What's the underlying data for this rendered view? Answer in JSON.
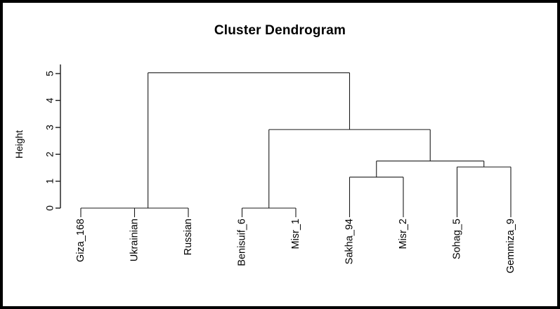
{
  "chart_data": {
    "type": "dendrogram",
    "title": "Cluster Dendrogram",
    "xlabel": "",
    "ylabel": "Height",
    "ylim": [
      0,
      5.2
    ],
    "yticks": [
      0,
      1,
      2,
      3,
      4,
      5
    ],
    "ytick_labels": [
      "0",
      "1",
      "2",
      "3",
      "4",
      "5"
    ],
    "grid": false,
    "legend": null,
    "leaf_order": [
      "Giza_168",
      "Ukrainian",
      "Russian",
      "Benisuif_6",
      "Misr_1",
      "Sakha_94",
      "Misr_2",
      "Sohag_5",
      "Gemmiza_9"
    ],
    "merges": [
      {
        "id": "m1",
        "left": "Giza_168",
        "right": "Ukrainian",
        "height": 0.0
      },
      {
        "id": "m2",
        "left": "m1",
        "right": "Russian",
        "height": 0.0
      },
      {
        "id": "m3",
        "left": "Benisuif_6",
        "right": "Misr_1",
        "height": 0.0
      },
      {
        "id": "m4",
        "left": "Sakha_94",
        "right": "Misr_2",
        "height": 1.15
      },
      {
        "id": "m5",
        "left": "Sohag_5",
        "right": "Gemmiza_9",
        "height": 1.53
      },
      {
        "id": "m6",
        "left": "m4",
        "right": "m5",
        "height": 1.75
      },
      {
        "id": "m7",
        "left": "m3",
        "right": "m6",
        "height": 2.92
      },
      {
        "id": "m8",
        "left": "m2",
        "right": "m7",
        "height": 5.03
      }
    ],
    "colors": {
      "line": "#1a1a1a",
      "text": "#000000",
      "background": "#ffffff",
      "frame": "#000000"
    }
  },
  "figure": {
    "title": "Cluster Dendrogram",
    "y_axis_label": "Height",
    "y_tick_labels": [
      "0",
      "1",
      "2",
      "3",
      "4",
      "5"
    ],
    "leaf_labels": [
      "Giza_168",
      "Ukrainian",
      "Russian",
      "Benisuif_6",
      "Misr_1",
      "Sakha_94",
      "Misr_2",
      "Sohag_5",
      "Gemmiza_9"
    ]
  }
}
